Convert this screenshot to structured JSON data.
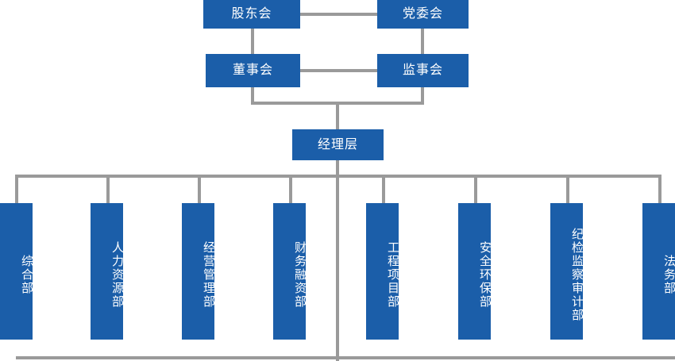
{
  "diagram": {
    "title_text": "",
    "colors": {
      "node_fill": "#1b5ea9",
      "node_text": "#ffffff",
      "connector": "#9a9a9a",
      "background": "#ffffff"
    },
    "governance": {
      "shareholders": "股东会",
      "party_committee": "党委会",
      "board_of_directors": "董事会",
      "board_of_supervisors": "监事会"
    },
    "management": {
      "label": "经理层"
    },
    "departments": [
      {
        "label": "综合部"
      },
      {
        "label": "人力资源部"
      },
      {
        "label": "经营管理部"
      },
      {
        "label": "财务融资部"
      },
      {
        "label": "工程项目部"
      },
      {
        "label": "安全环保部"
      },
      {
        "label": "纪检监察审计部"
      },
      {
        "label": "法务部"
      }
    ]
  }
}
